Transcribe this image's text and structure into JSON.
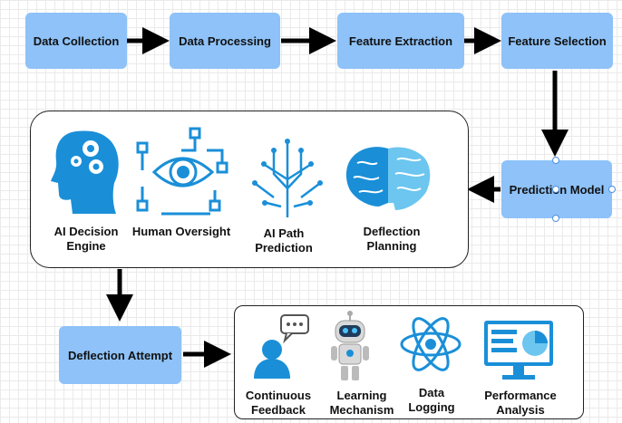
{
  "pipeline": {
    "data_collection": "Data Collection",
    "data_processing": "Data Processing",
    "feature_extraction": "Feature Extraction",
    "feature_selection": "Feature Selection",
    "prediction_model": "Prediction Model",
    "deflection_attempt": "Deflection Attempt"
  },
  "decision_panel": {
    "items": [
      {
        "label": "AI Decision Engine",
        "icon": "ai-head-gears-icon"
      },
      {
        "label": "Human Oversight",
        "icon": "eye-circuit-icon"
      },
      {
        "label": "AI Path Prediction",
        "icon": "circuit-tree-icon"
      },
      {
        "label": "Deflection Planning",
        "icon": "brain-icon"
      }
    ]
  },
  "feedback_panel": {
    "items": [
      {
        "label": "Continuous Feedback",
        "icon": "person-chat-icon"
      },
      {
        "label": "Learning Mechanism",
        "icon": "robot-icon"
      },
      {
        "label": "Data Logging",
        "icon": "atom-icon"
      },
      {
        "label": "Performance Analysis",
        "icon": "monitor-chart-icon"
      }
    ]
  },
  "colors": {
    "node_fill": "#8ec2f8",
    "icon_blue": "#1a8fd8",
    "arrow": "#000000"
  }
}
